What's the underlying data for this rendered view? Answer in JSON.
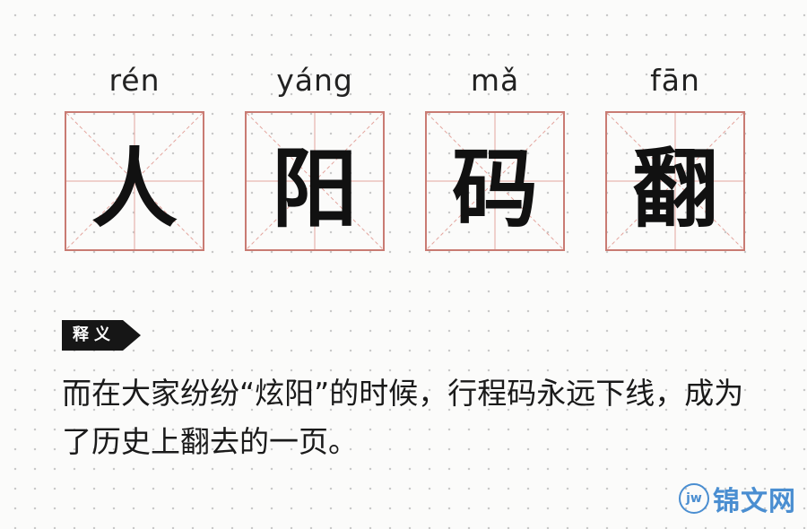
{
  "characters": [
    {
      "pinyin": "rén",
      "char": "人"
    },
    {
      "pinyin": "yáng",
      "char": "阳"
    },
    {
      "pinyin": "mǎ",
      "char": "码"
    },
    {
      "pinyin": "fān",
      "char": "翻"
    }
  ],
  "section_tag": "释义",
  "definition": "而在大家纷纷“炫阳”的时候，行程码永远下线，成为了历史上翻去的一页。",
  "watermark": {
    "logo": "jw",
    "text": "锦文网"
  },
  "colors": {
    "grid_border": "#c97b73",
    "grid_lines": "#e3a49d",
    "tag_bg": "#161616",
    "watermark": "#4a8ed1"
  }
}
